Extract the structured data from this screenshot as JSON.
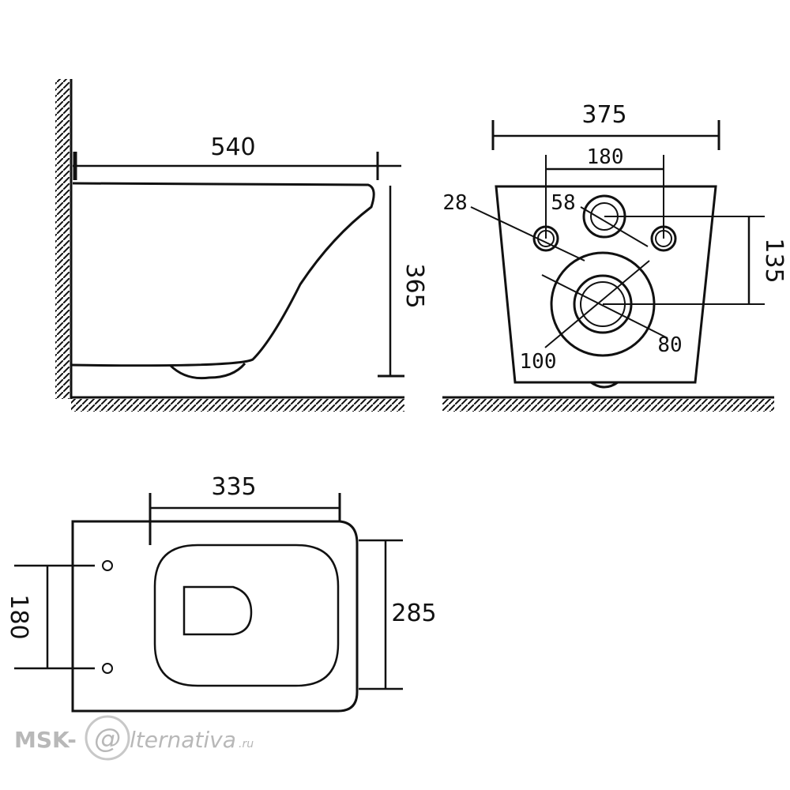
{
  "side_view": {
    "dim_length": "540",
    "dim_height": "365"
  },
  "rear_view": {
    "dim_width": "375",
    "dim_fixing_spacing": "180",
    "dim_fixing_hole": "28",
    "dim_inlet": "58",
    "dim_vertical": "135",
    "dim_outlet_outer": "100",
    "dim_outlet_inner": "80"
  },
  "top_view": {
    "dim_length": "335",
    "dim_hole_spacing": "180",
    "dim_width": "285"
  },
  "watermark": {
    "prefix": "MSK-",
    "mark": "@",
    "suffix": "lternativa",
    "tld": ".ru"
  },
  "colors": {
    "line": "#111111",
    "watermark": "#b8b8b8"
  }
}
